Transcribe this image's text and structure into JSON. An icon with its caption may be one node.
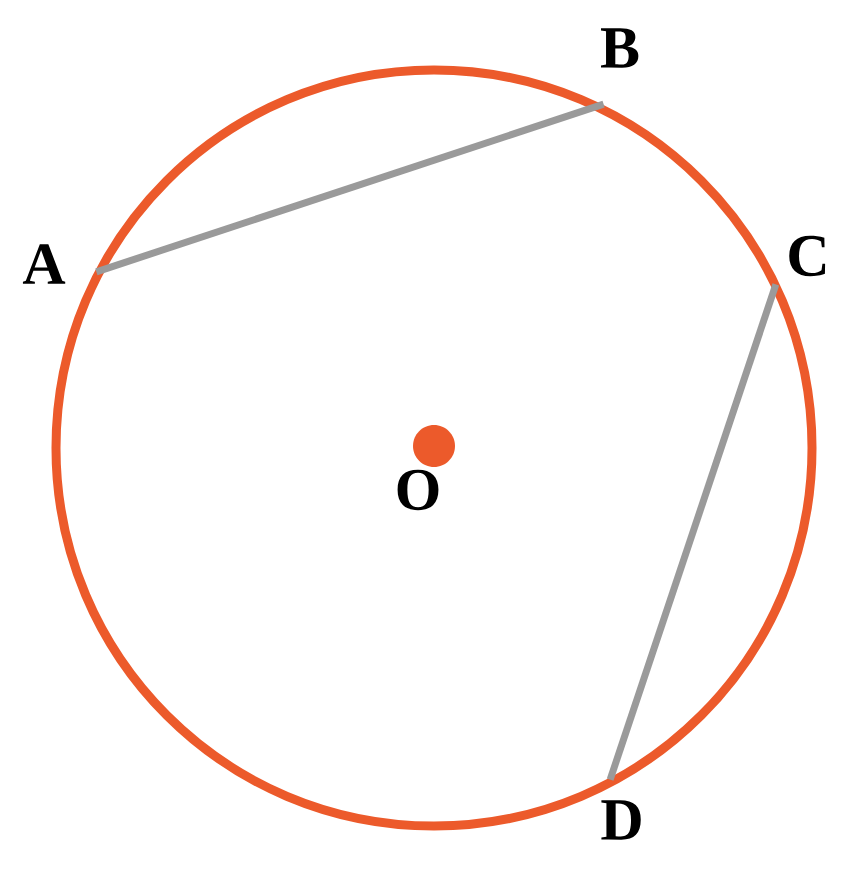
{
  "diagram": {
    "nodes": [
      {
        "text": [
          "A"
        ]
      },
      {
        "text": [
          "B"
        ]
      },
      {
        "text": [
          "C"
        ]
      },
      {
        "text": [
          "D"
        ]
      },
      {
        "text": [
          "O"
        ]
      }
    ],
    "edges": [
      {
        "from": 0,
        "to": 1,
        "arrow": "none"
      },
      {
        "from": 2,
        "to": 3,
        "arrow": "none"
      }
    ]
  }
}
